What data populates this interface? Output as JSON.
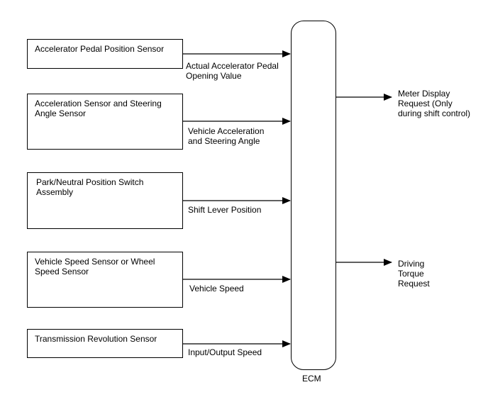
{
  "ecm": {
    "label": "ECM"
  },
  "inputs": [
    {
      "sensor": "Accelerator Pedal Position Sensor",
      "signal_line1": "Actual Accelerator Pedal",
      "signal_line2": "Opening Value"
    },
    {
      "sensor_line1": "Acceleration Sensor and Steering",
      "sensor_line2": "Angle Sensor",
      "signal_line1": "Vehicle Acceleration",
      "signal_line2": "and Steering Angle"
    },
    {
      "sensor_line1": "Park/Neutral Position Switch",
      "sensor_line2": "Assembly",
      "signal": "Shift Lever Position"
    },
    {
      "sensor_line1": "Vehicle Speed Sensor or Wheel",
      "sensor_line2": "Speed Sensor",
      "signal": "Vehicle Speed"
    },
    {
      "sensor": "Transmission Revolution Sensor",
      "signal": "Input/Output Speed"
    }
  ],
  "outputs": [
    {
      "line1": "Meter Display",
      "line2": "Request (Only",
      "line3": "during shift control)"
    },
    {
      "line1": "Driving",
      "line2": "Torque",
      "line3": "Request"
    }
  ]
}
